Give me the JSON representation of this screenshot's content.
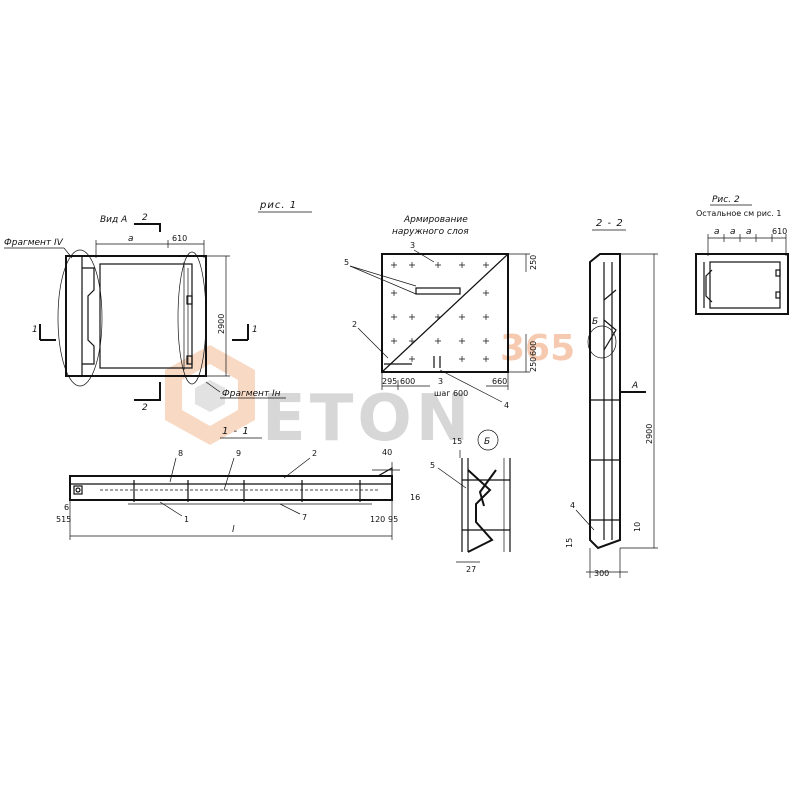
{
  "fig1": {
    "title": "рис. 1",
    "view_a": "Вид А",
    "section_mark_2": "2",
    "dim_a": "a",
    "dim_610": "610",
    "dim_2900": "2900",
    "fragment_iv": "Фрагмент IV",
    "fragment_in": "Фрагмент Iн",
    "section_1_left": "1",
    "section_1_right": "1",
    "section_2_bottom": "2"
  },
  "reinforcement": {
    "title_line1": "Армирование",
    "title_line2": "наружного слоя",
    "pos3_top": "3",
    "pos5": "5",
    "pos2": "2",
    "pos3_bottom": "3",
    "pos4": "4",
    "step": "шаг 600",
    "dim_295": "295",
    "dim_600": "600",
    "dim_660": "660",
    "dim_250_top": "250",
    "dim_600_right": "600",
    "dim_250_right": "250"
  },
  "section_1_1": {
    "title": "1 - 1",
    "pos8": "8",
    "pos9": "9",
    "pos2": "2",
    "pos6": "6",
    "pos1": "1",
    "pos7": "7",
    "dim_40": "40",
    "dim_16": "16",
    "dim_515": "515",
    "dim_120": "120",
    "dim_95": "95",
    "dim_l": "l"
  },
  "detail_b": {
    "title": "Б",
    "pos5": "5",
    "dim_15": "15",
    "dim_27": "27"
  },
  "section_2_2": {
    "title": "2 - 2",
    "mark_b": "Б",
    "mark_a": "А",
    "pos4": "4",
    "dim_2900": "2900",
    "dim_15": "15",
    "dim_10": "10",
    "dim_300": "300"
  },
  "fig2": {
    "title": "Рис. 2",
    "note": "Остальное см рис. 1",
    "dims": [
      "a",
      "a",
      "a",
      "610"
    ]
  },
  "watermark": {
    "text": "ETON",
    "number": "365"
  }
}
